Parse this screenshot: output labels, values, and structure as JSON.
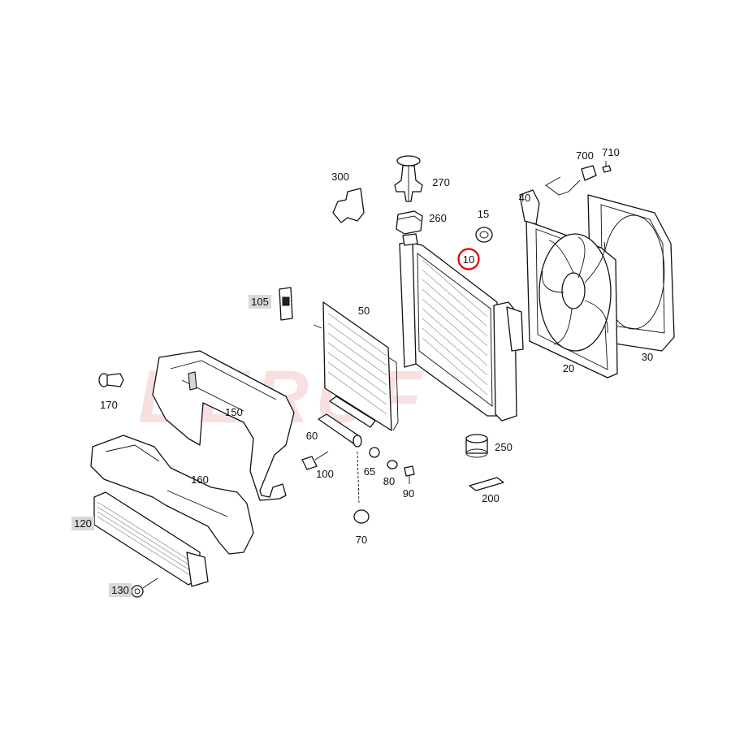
{
  "watermark": "BERUF",
  "highlight_color": "#e00000",
  "highlighted_part": "10",
  "parts": {
    "p10": "10",
    "p15": "15",
    "p20": "20",
    "p30": "30",
    "p40": "40",
    "p50": "50",
    "p60": "60",
    "p65": "65",
    "p70": "70",
    "p80": "80",
    "p90": "90",
    "p100": "100",
    "p105": "105",
    "p120": "120",
    "p130": "130",
    "p150": "150",
    "p160": "160",
    "p170": "170",
    "p200": "200",
    "p250": "250",
    "p260": "260",
    "p270": "270",
    "p300": "300",
    "p700": "700",
    "p710": "710"
  }
}
